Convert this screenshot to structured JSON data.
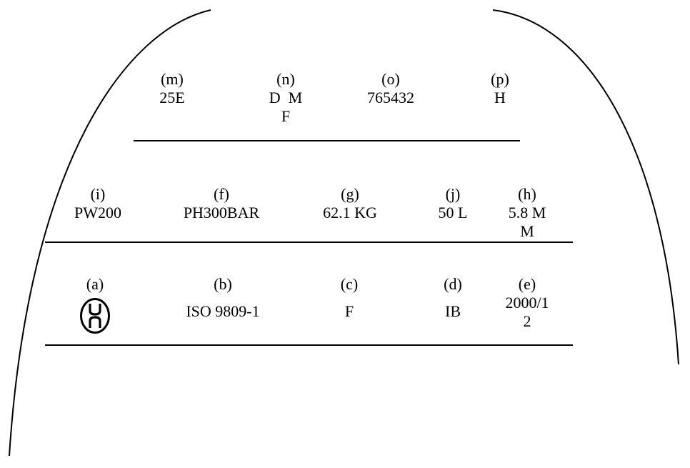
{
  "marking_rows": [
    {
      "cells": [
        {
          "tag": "(m)",
          "value": "25E"
        },
        {
          "tag": "(n)",
          "value": "D  M\nF"
        },
        {
          "tag": "(o)",
          "value": "765432"
        },
        {
          "tag": "(p)",
          "value": "H"
        }
      ]
    },
    {
      "cells": [
        {
          "tag": "(i)",
          "value": "PW200"
        },
        {
          "tag": "(f)",
          "value": "PH300BAR"
        },
        {
          "tag": "(g)",
          "value": "62.1 KG"
        },
        {
          "tag": "(j)",
          "value": "50 L"
        },
        {
          "tag": "(h)",
          "value": "5.8 M\nM"
        }
      ]
    },
    {
      "cells": [
        {
          "tag": "(a)",
          "value": "",
          "symbol": "un-packaging-symbol",
          "symbol_letters": [
            "u",
            "n"
          ]
        },
        {
          "tag": "(b)",
          "value": "ISO 9809-1"
        },
        {
          "tag": "(c)",
          "value": "F"
        },
        {
          "tag": "(d)",
          "value": "IB"
        },
        {
          "tag": "(e)",
          "value": "2000/1\n2"
        }
      ]
    }
  ]
}
